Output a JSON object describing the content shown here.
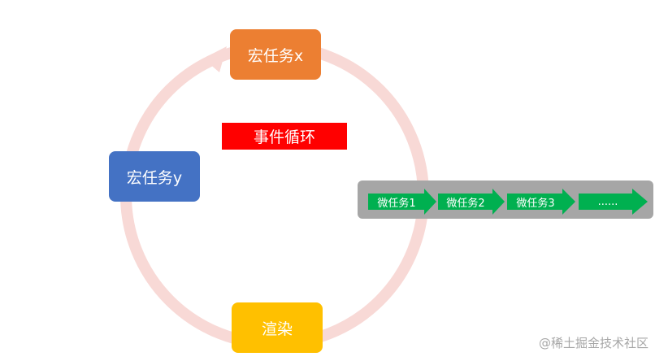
{
  "colors": {
    "loop_ring": "#f8d9d6",
    "macro_x": "#ec7f32",
    "macro_y": "#4472c4",
    "render": "#ffc000",
    "event_loop_banner": "#ff0000",
    "microtask_panel": "#a6a6a6",
    "microtask_arrow": "#00b050"
  },
  "nodes": {
    "macro_x": "宏任务x",
    "macro_y": "宏任务y",
    "render": "渲染"
  },
  "event_loop": {
    "label": "事件循环"
  },
  "microtasks": [
    {
      "label": "微任务1"
    },
    {
      "label": "微任务2"
    },
    {
      "label": "微任务3"
    },
    {
      "label": "......"
    }
  ],
  "watermark": "@稀土掘金技术社区"
}
